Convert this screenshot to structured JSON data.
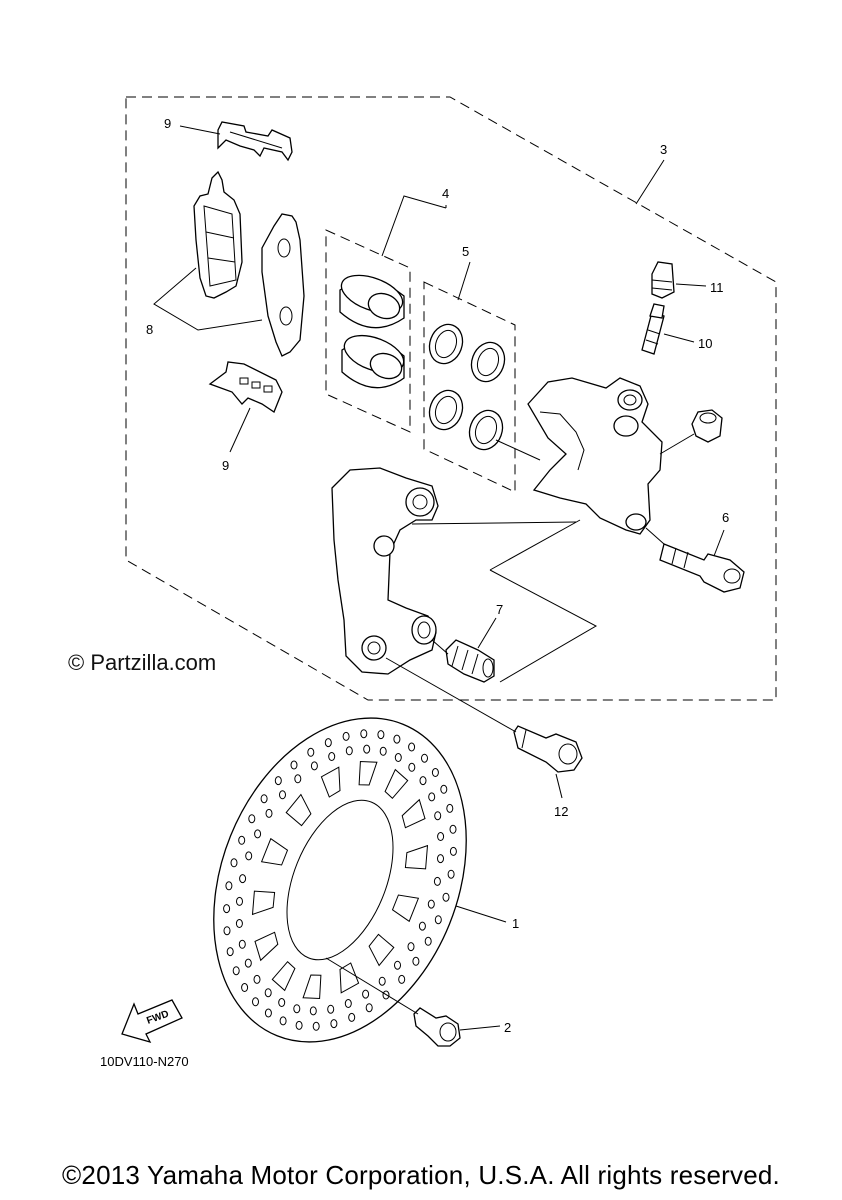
{
  "watermark": "© Partzilla.com",
  "drawing_code": "10DV110-N270",
  "fwd_label": "FWD",
  "copyright": "©2013 Yamaha Motor Corporation, U.S.A. All rights reserved.",
  "callouts": {
    "c1": "1",
    "c2": "2",
    "c3": "3",
    "c4": "4",
    "c5": "5",
    "c6": "6",
    "c7": "7",
    "c8": "8",
    "c9a": "9",
    "c9b": "9",
    "c10": "10",
    "c11": "11",
    "c12": "12"
  }
}
